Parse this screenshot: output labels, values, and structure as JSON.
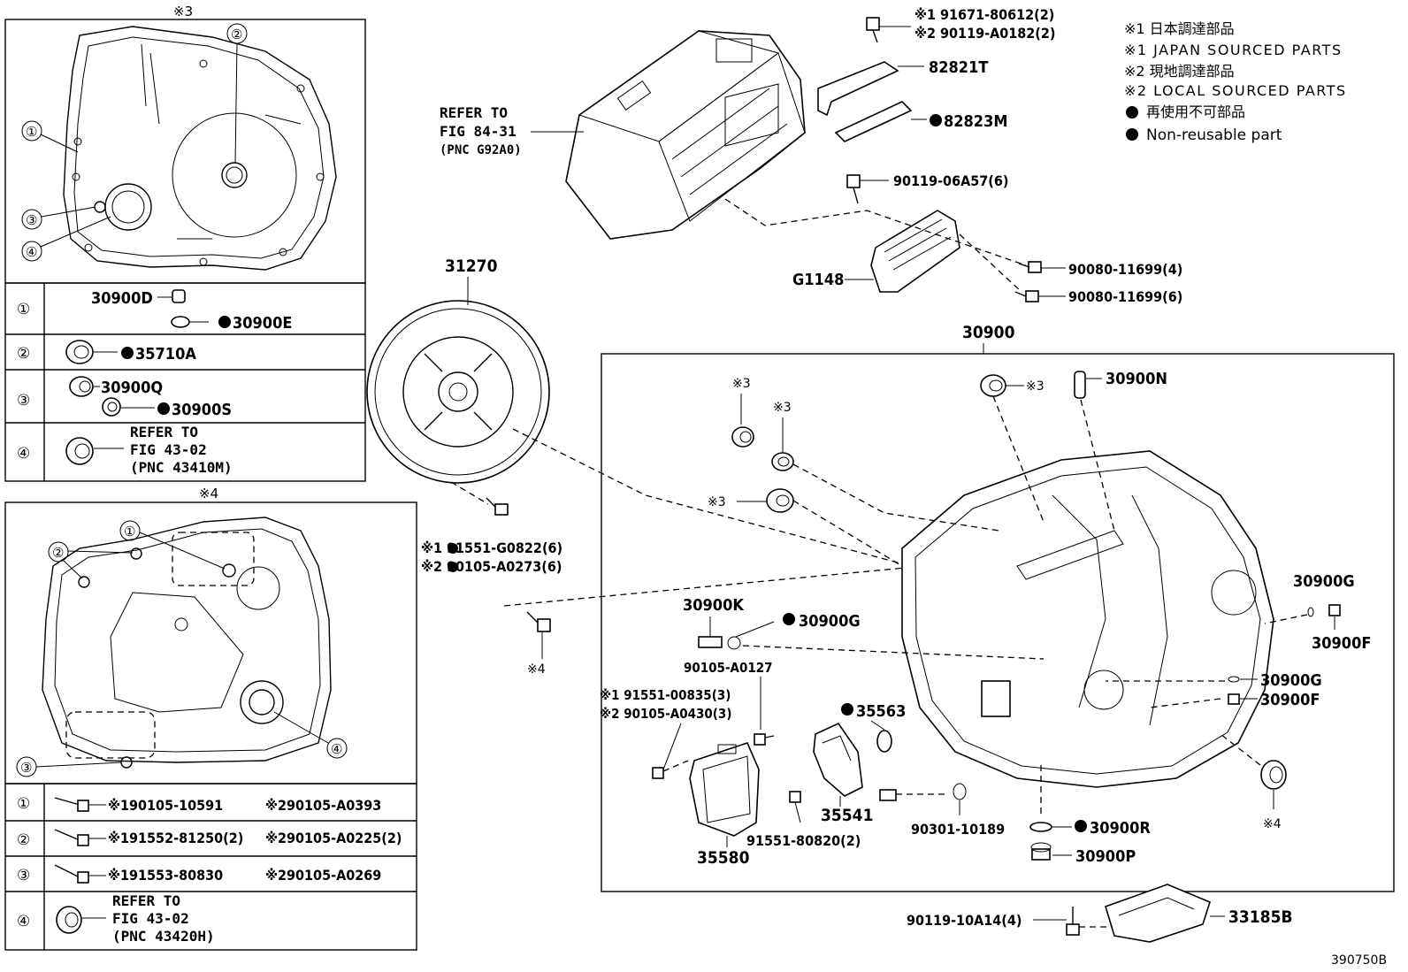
{
  "legend": {
    "l1": "※1 日本調達部品",
    "l2": "※1 JAPAN SOURCED PARTS",
    "l3": "※2 現地調達部品",
    "l4": "※2 LOCAL SOURCED PARTS",
    "l5": "再使用不可部品",
    "l6": "Non-reusable part"
  },
  "figure_id": "390750B",
  "inset3": {
    "title": "※3",
    "rows": [
      {
        "num": "①",
        "a": "30900D",
        "b": "30900E"
      },
      {
        "num": "②",
        "a": "35710A"
      },
      {
        "num": "③",
        "a": "30900Q",
        "b": "30900S"
      },
      {
        "num": "④",
        "r1": "REFER TO",
        "r2": "FIG 43-02",
        "r3": "(PNC 43410M)"
      }
    ],
    "callouts": [
      "①",
      "②",
      "③",
      "④"
    ]
  },
  "inset4": {
    "title": "※4",
    "rows": [
      {
        "num": "①",
        "a": "※190105-10591",
        "b": "※290105-A0393"
      },
      {
        "num": "②",
        "a": "※191552-81250(2)",
        "b": "※290105-A0225(2)"
      },
      {
        "num": "③",
        "a": "※191553-80830",
        "b": "※290105-A0269"
      },
      {
        "num": "④",
        "r1": "REFER TO",
        "r2": "FIG 43-02",
        "r3": "(PNC 43420H)"
      }
    ],
    "callouts": [
      "①",
      "②",
      "③",
      "④"
    ]
  },
  "labels": {
    "refer_1": "REFER TO",
    "refer_2": "FIG 84-31",
    "refer_3": "(PNC G92A0)",
    "p91671": "※1 91671-80612(2)",
    "p90119a": "※2 90119-A0182(2)",
    "p82821t": "82821T",
    "p82823m": "82823M",
    "p90119_06a57": "90119-06A57(6)",
    "g1148": "G1148",
    "p90080a": "90080-11699(4)",
    "p90080b": "90080-11699(6)",
    "p31270": "31270",
    "p91551g": "※1 91551-G0822(6)",
    "p90105a0273": "※2 90105-A0273(6)",
    "mark4": "※4",
    "p30900": "30900",
    "mark3a": "※3",
    "mark3b": "※3",
    "mark3c": "※3",
    "mark3d": "※3",
    "p30900n": "30900N",
    "p30900k": "30900K",
    "p30900g1": "30900G",
    "p90105a0127": "90105-A0127",
    "p91551_00835": "※1 91551-00835(3)",
    "p90105a0430": "※2 90105-A0430(3)",
    "p35563": "35563",
    "p35541": "35541",
    "p35580": "35580",
    "p91551_80820": "91551-80820(2)",
    "p90301": "90301-10189",
    "p30900r": "30900R",
    "p30900p": "30900P",
    "p30900g2": "30900G",
    "p30900f1": "30900F",
    "p30900g3": "30900G",
    "p30900f2": "30900F",
    "mark4b": "※4",
    "p90119_10a14": "90119-10A14(4)",
    "p33185b": "33185B"
  }
}
